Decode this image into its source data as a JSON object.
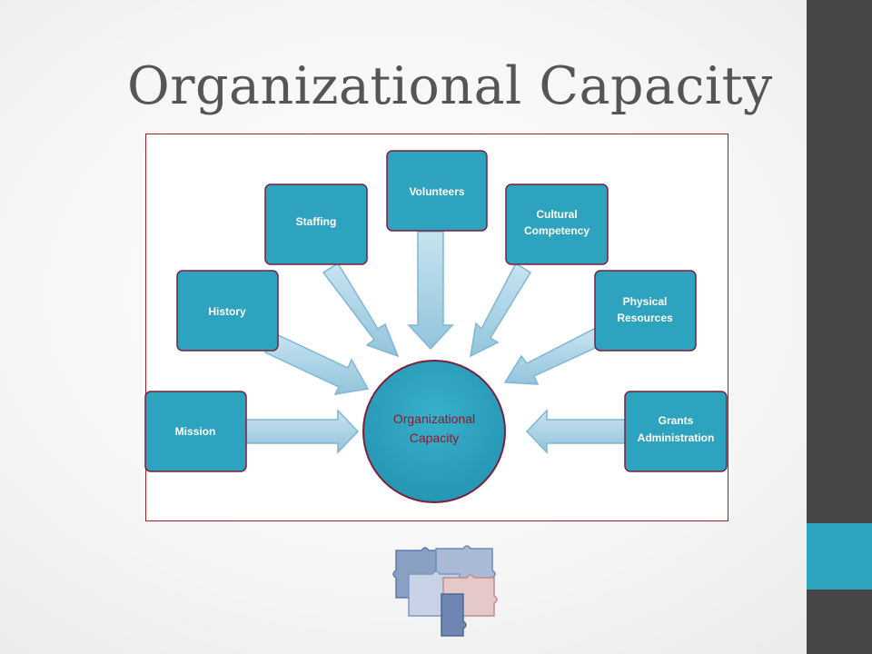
{
  "slide": {
    "title": "Organizational Capacity"
  },
  "diagram": {
    "center": {
      "line1": "Organizational",
      "line2": "Capacity"
    },
    "nodes": [
      {
        "id": "mission",
        "line1": "Mission",
        "line2": ""
      },
      {
        "id": "history",
        "line1": "History",
        "line2": ""
      },
      {
        "id": "staffing",
        "line1": "Staffing",
        "line2": ""
      },
      {
        "id": "volunteers",
        "line1": "Volunteers",
        "line2": ""
      },
      {
        "id": "cultural-competency",
        "line1": "Cultural",
        "line2": "Competency"
      },
      {
        "id": "physical-resources",
        "line1": "Physical",
        "line2": "Resources"
      },
      {
        "id": "grants-administration",
        "line1": "Grants",
        "line2": "Administration"
      }
    ]
  },
  "colors": {
    "node_fill": "#2ea3bf",
    "node_border": "#7a1f3d",
    "arrow_fill": "#a9d3e5",
    "arrow_stroke": "#7fb7d2",
    "frame_border": "#a0202a",
    "sidebar": "#474747",
    "sidebar_accent": "#2ea3bf",
    "title": "#555555"
  },
  "icons": {
    "puzzle": "puzzle-pieces-icon"
  }
}
